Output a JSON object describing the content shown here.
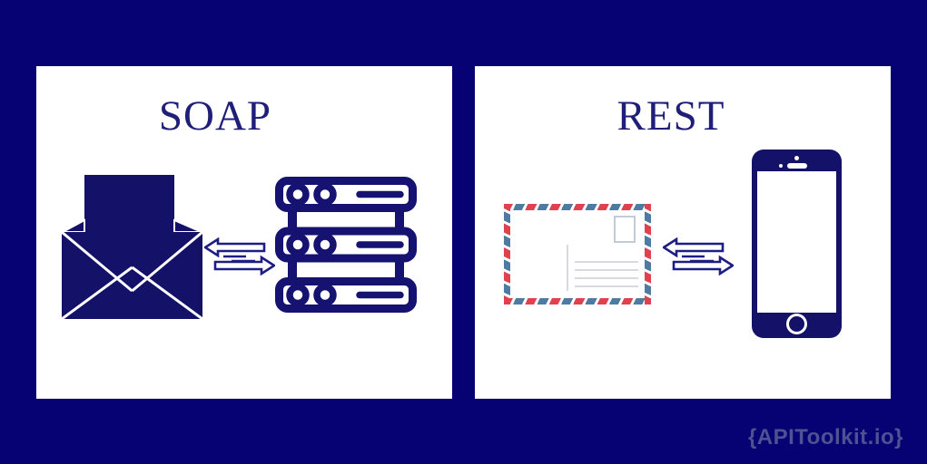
{
  "page": {
    "background_color": "#070273",
    "kind": "comparison-infographic"
  },
  "panels": [
    {
      "title": "SOAP",
      "left_icon": "open-envelope-with-letter-icon",
      "connector_icon": "transfer-arrows-icon",
      "right_icon": "server-stack-icon"
    },
    {
      "title": "REST",
      "left_icon": "airmail-postcard-icon",
      "connector_icon": "transfer-arrows-icon",
      "right_icon": "smartphone-icon"
    }
  ],
  "brand": {
    "label": "{APIToolkit.io}",
    "color": "#4e5292"
  },
  "colors": {
    "background_navy": "#070273",
    "panel_white": "#ffffff",
    "title_navy": "#1f1e78",
    "icon_navy": "#141168",
    "server_navy": "#151271",
    "arrow_navy": "#1e1c85",
    "postcard_red": "#e0414f",
    "postcard_blue": "#4d7ba4",
    "postcard_line_gray": "#d8dadd",
    "stamp_border_gray": "#c4cad6"
  }
}
